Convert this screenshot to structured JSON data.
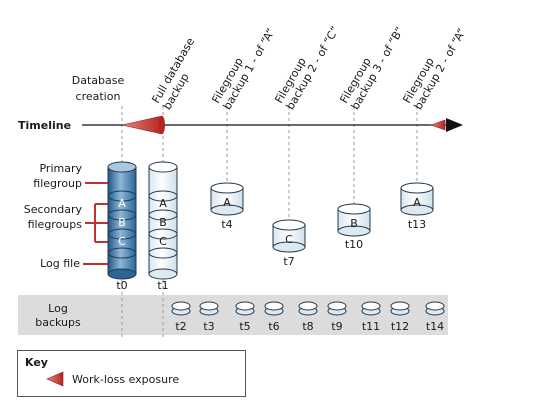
{
  "timeline_label": "Timeline",
  "db_creation": [
    "Database",
    "creation"
  ],
  "backups": [
    {
      "lines": [
        "Full database",
        "backup"
      ],
      "t": "t1"
    },
    {
      "lines": [
        "Filegroup",
        "backup 1 - of “A”"
      ],
      "t": "t4"
    },
    {
      "lines": [
        "Filegroup",
        "backup 2 - of “C”"
      ],
      "t": "t7"
    },
    {
      "lines": [
        "Filegroup",
        "backup 3 - of “B”"
      ],
      "t": "t10"
    },
    {
      "lines": [
        "Filegroup",
        "backup 2 - of “A”"
      ],
      "t": "t13"
    }
  ],
  "labels": {
    "primary": [
      "Primary",
      "filegroup"
    ],
    "secondary": [
      "Secondary",
      "filegroups"
    ],
    "log_file": "Log file",
    "log_backups": [
      "Log",
      "backups"
    ]
  },
  "filegroups": [
    "A",
    "B",
    "C"
  ],
  "db_times": [
    "t0",
    "t1"
  ],
  "log_backup_times": [
    "t2",
    "t3",
    "t5",
    "t6",
    "t8",
    "t9",
    "t11",
    "t12",
    "t14"
  ],
  "key": {
    "title": "Key",
    "item": "Work-loss exposure"
  },
  "colors": {
    "db_blue": "#2f6c9c",
    "db_blue_light": "#8fb8d8",
    "outline": "#2a3a4a",
    "red": "#c0322d",
    "band": "#dcdcdc",
    "pale": "#eef4f8"
  }
}
